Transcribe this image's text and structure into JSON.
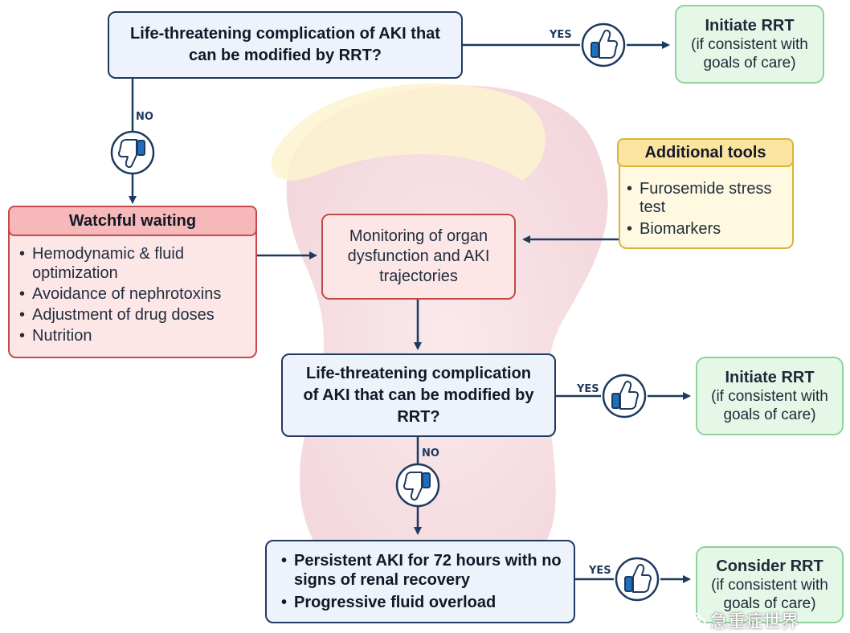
{
  "q1": "Life-threatening complication of AKI that can be modified by RRT?",
  "q2": "Life-threatening complication of AKI that can be modified by RRT?",
  "outcome_top": {
    "title": "Initiate RRT",
    "sub": "(if consistent with goals of care)"
  },
  "outcome_mid": {
    "title": "Initiate RRT",
    "sub": "(if consistent with goals of care)"
  },
  "outcome_bottom": {
    "title": "Consider RRT",
    "sub": "(if consistent with goals of care)"
  },
  "yes": "YES",
  "no": "NO",
  "watchful": {
    "title": "Watchful waiting",
    "items": [
      "Hemodynamic & fluid optimization",
      "Avoidance of nephrotoxins",
      "Adjustment of drug doses",
      "Nutrition"
    ]
  },
  "monitoring": "Monitoring of organ dysfunction and AKI trajectories",
  "tools": {
    "title": "Additional tools",
    "items": [
      "Furosemide stress test",
      "Biomarkers"
    ]
  },
  "final_items": [
    "Persistent AKI for 72 hours with no signs of renal recovery",
    "Progressive fluid overload"
  ],
  "watermark": "急重症世界",
  "colors": {
    "navy": "#1e3a5f",
    "question_bg": "#eef2fb",
    "green_bg": "#e5f8e8",
    "red_bg": "#fde6e6",
    "yellow_bg": "#fff9e2",
    "kidney": "#c2445a"
  }
}
